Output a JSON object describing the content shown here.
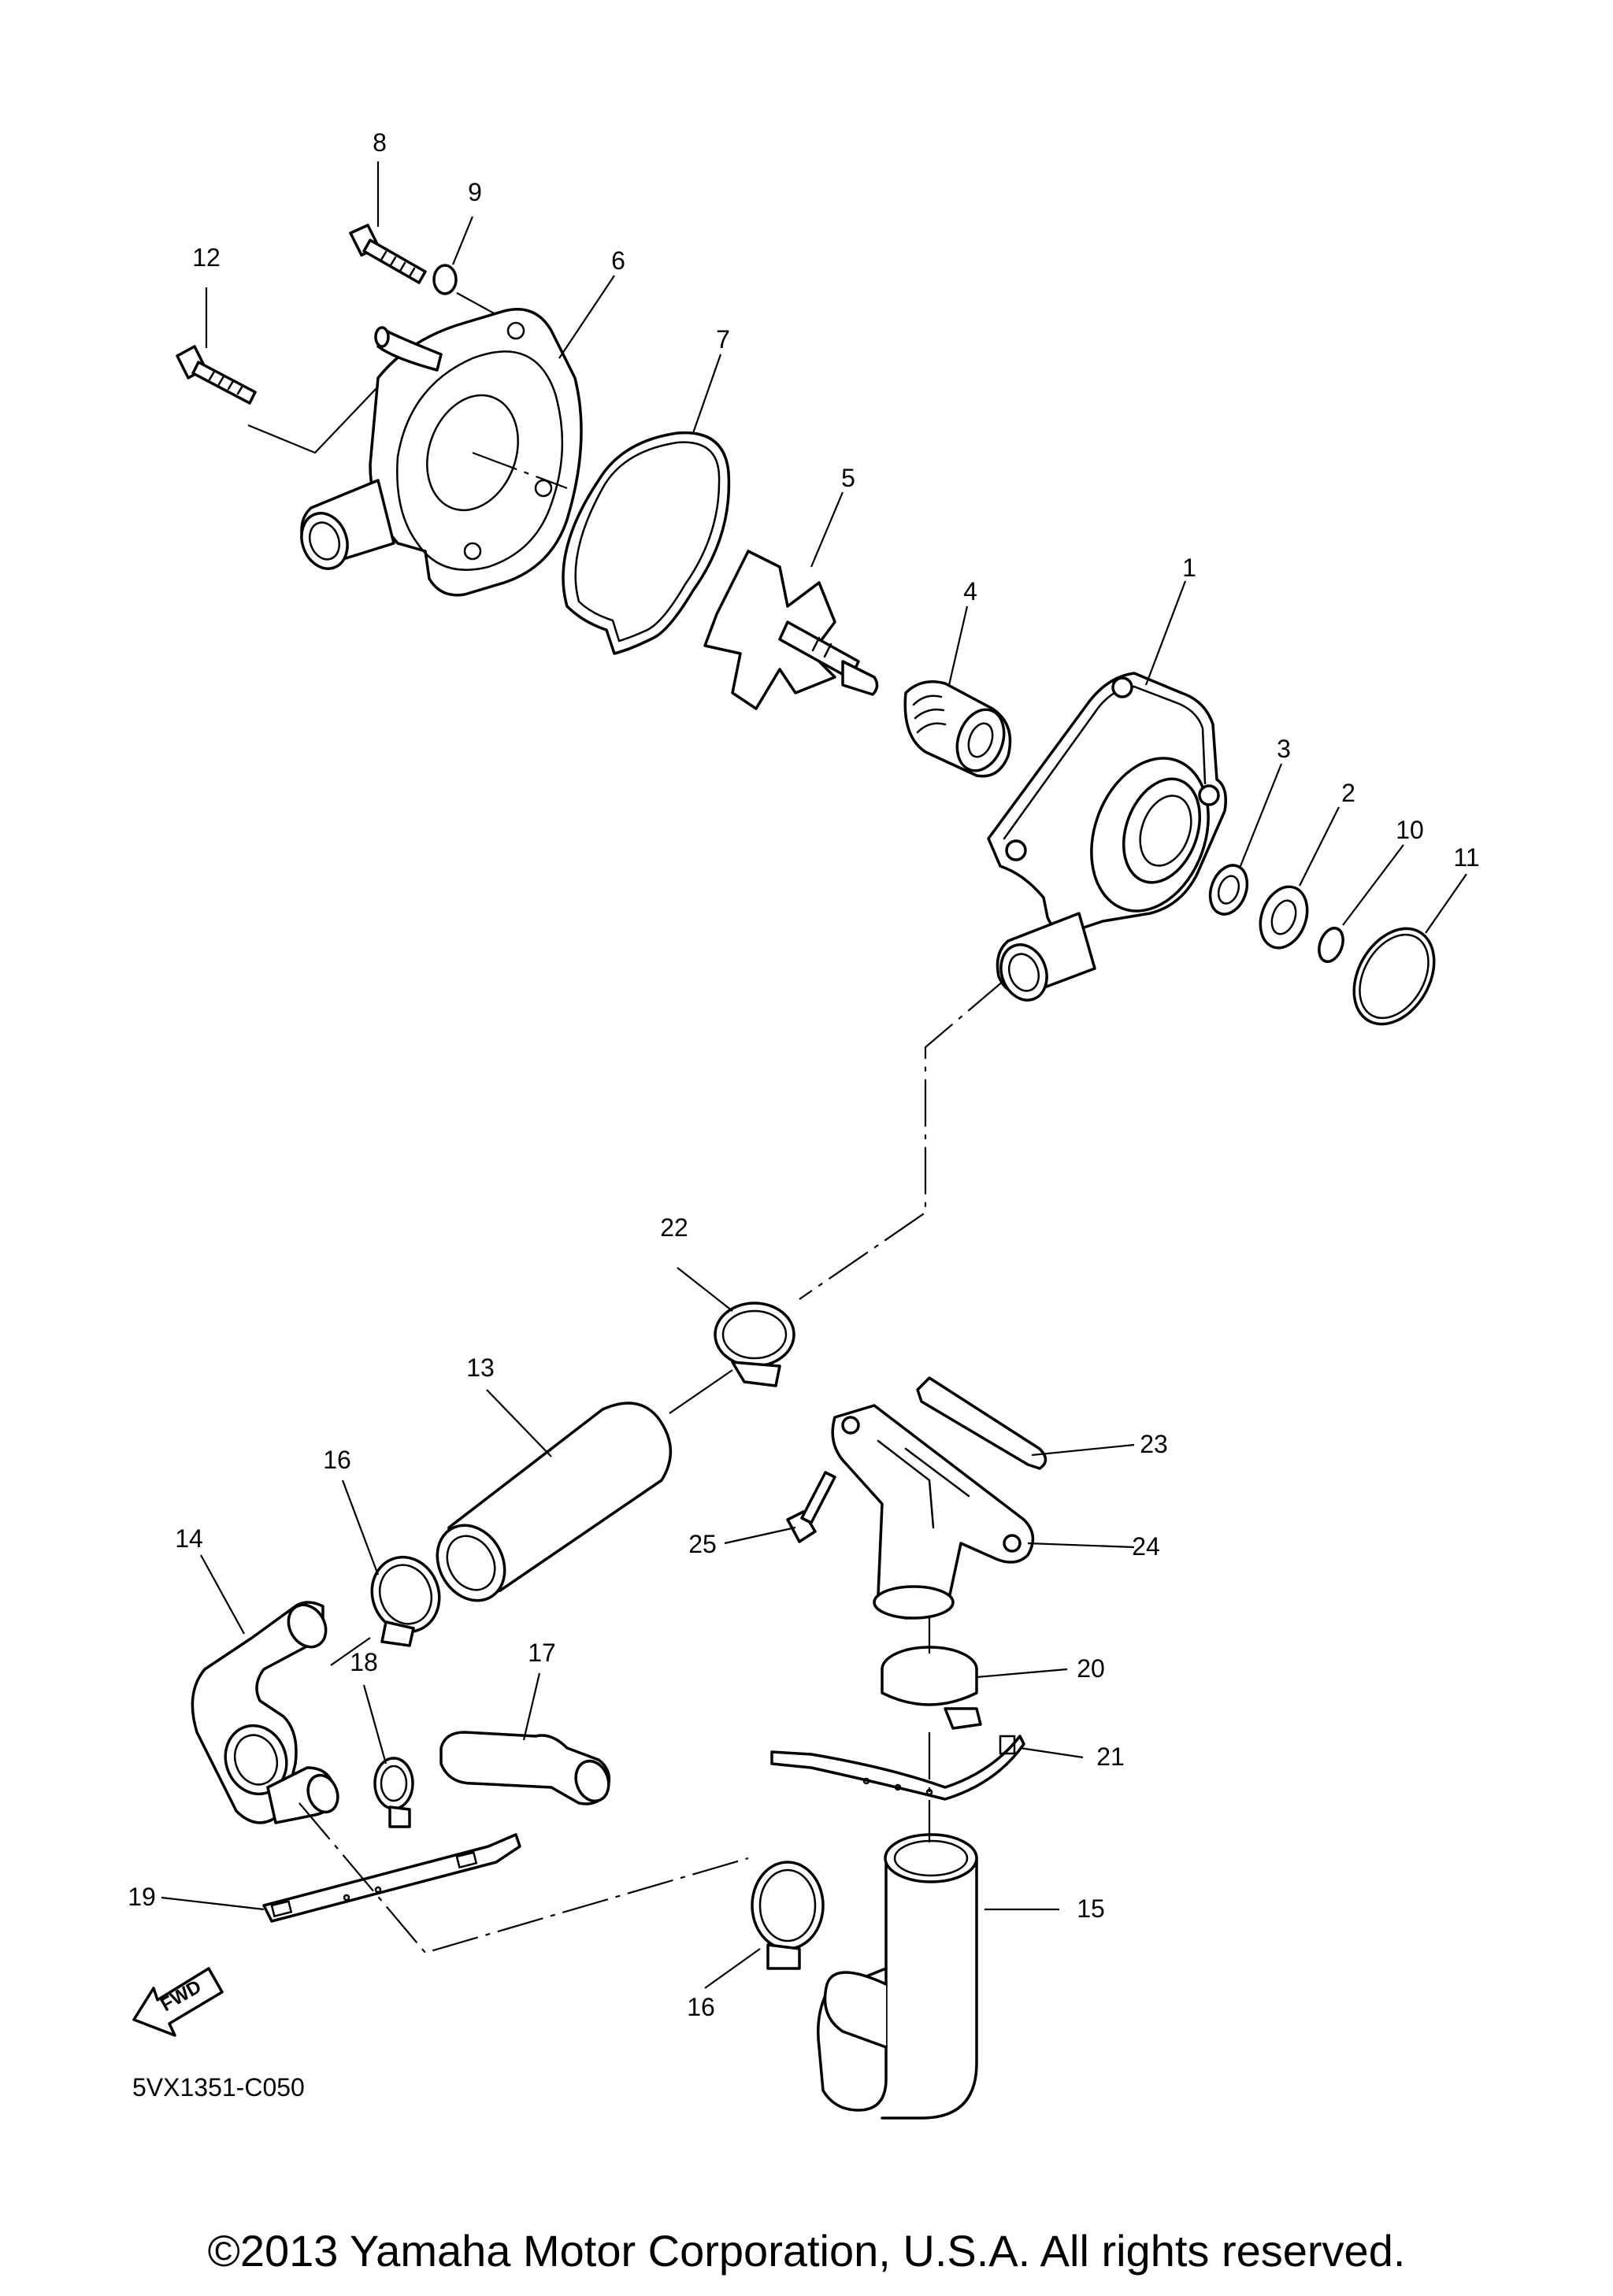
{
  "diagram": {
    "code": "5VX1351-C050",
    "copyright": "©2013 Yamaha Motor Corporation, U.S.A. All rights reserved.",
    "direction_arrow": "FWD"
  },
  "callouts": {
    "c1": "1",
    "c2": "2",
    "c3": "3",
    "c4": "4",
    "c5": "5",
    "c6": "6",
    "c7": "7",
    "c8": "8",
    "c9": "9",
    "c10": "10",
    "c11": "11",
    "c12": "12",
    "c13": "13",
    "c14": "14",
    "c15": "15",
    "c16a": "16",
    "c16b": "16",
    "c17": "17",
    "c18": "18",
    "c19": "19",
    "c20": "20",
    "c21": "21",
    "c22": "22",
    "c23": "23",
    "c24": "24",
    "c25": "25"
  }
}
